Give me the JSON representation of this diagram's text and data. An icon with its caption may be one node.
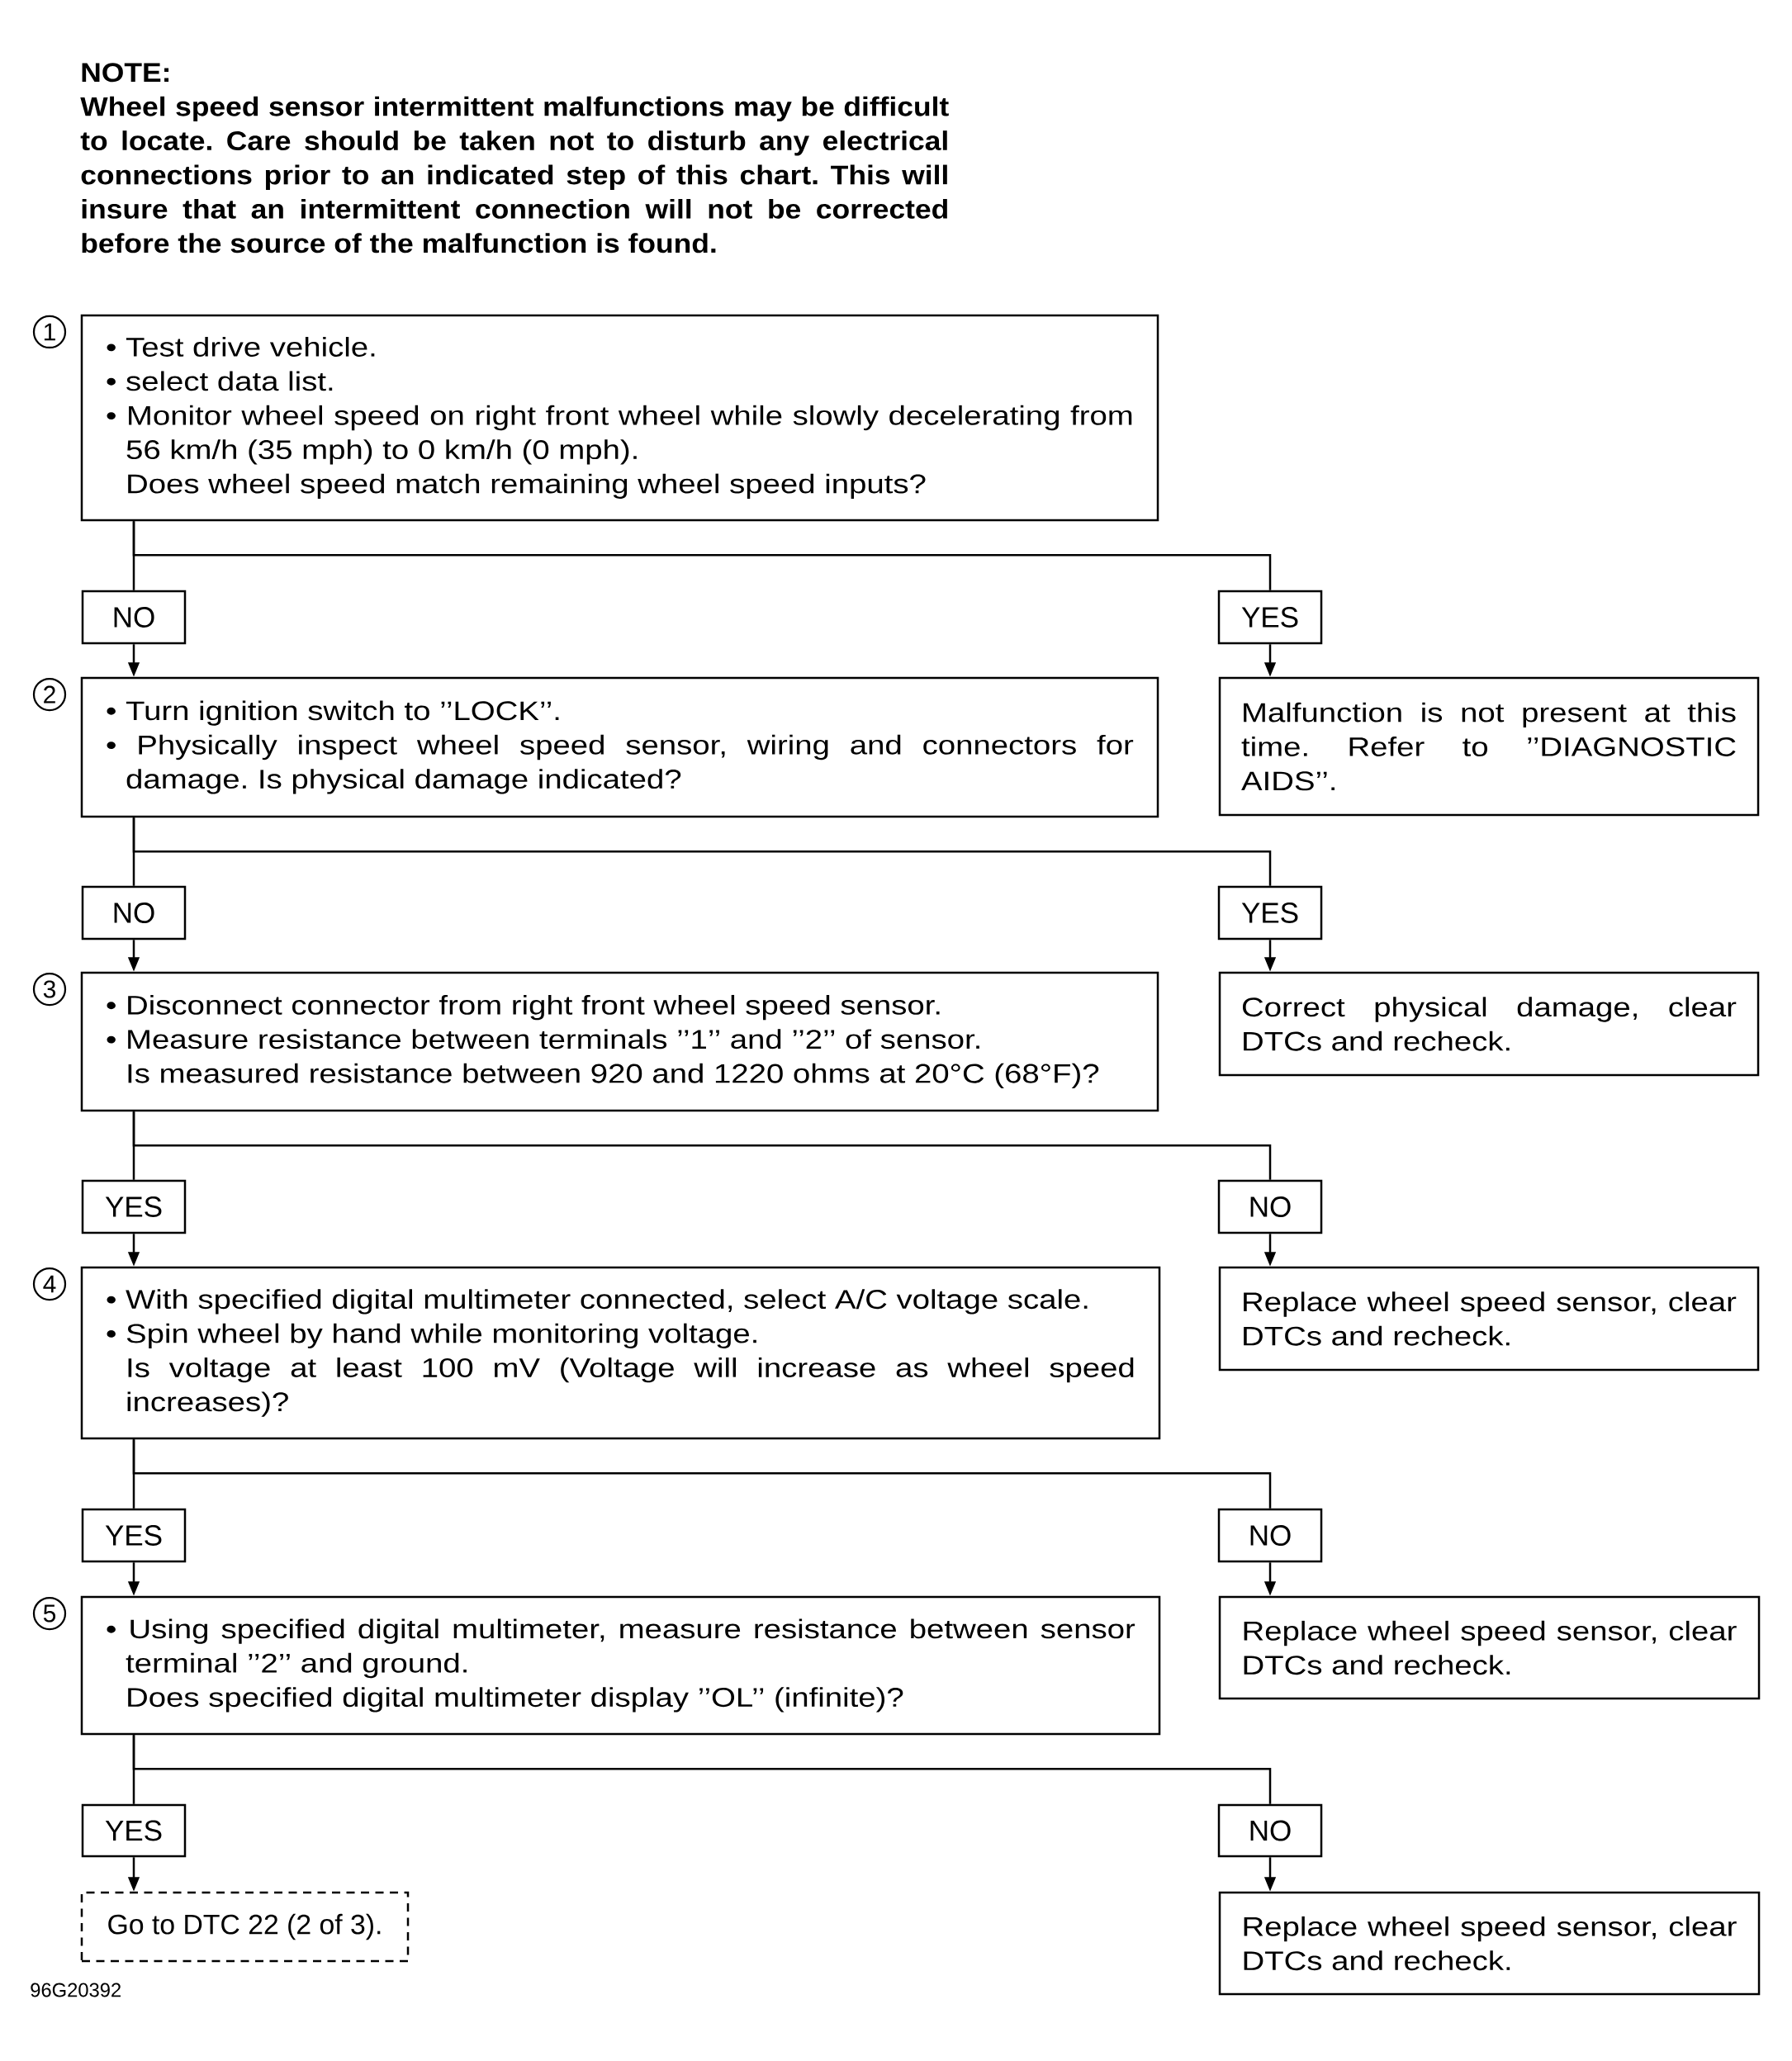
{
  "diagram": {
    "nodes": [
      {
        "text": [
          "• Test drive vehicle.",
          "• select data list.",
          "• Monitor wheel speed on right front wheel while slowly decelerating from 56 km/h (35 mph) to 0 km/h (0 mph).",
          "Does wheel speed match remaining wheel speed inputs?"
        ],
        "beside": [
          "1"
        ]
      },
      {
        "text": [
          "NO"
        ]
      },
      {
        "text": [
          "YES"
        ]
      },
      {
        "text": [
          "• Turn ignition switch to ’’LOCK’’.",
          "• Physically inspect wheel speed sensor, wiring and connectors for damage. Is physical damage indicated?"
        ],
        "beside": [
          "2"
        ]
      },
      {
        "text": [
          "Malfunction is not present at this time. Refer to ’’DIAGNOSTIC AIDS’’."
        ]
      },
      {
        "text": [
          "NO"
        ]
      },
      {
        "text": [
          "YES"
        ]
      },
      {
        "text": [
          "• Disconnect connector from right front wheel speed sensor.",
          "• Measure resistance between terminals ’’1’’ and ’’2’’ of sensor.",
          "Is measured resistance between 920 and 1220 ohms at 20°C (68°F)?"
        ],
        "beside": [
          "3"
        ]
      },
      {
        "text": [
          "Correct physical damage, clear DTCs and recheck."
        ]
      },
      {
        "text": [
          "YES"
        ]
      },
      {
        "text": [
          "NO"
        ]
      },
      {
        "text": [
          "• With specified digital multimeter connected, select A/C voltage scale.",
          "• Spin wheel by hand while monitoring voltage.",
          "Is voltage at least 100 mV (Voltage will increase as wheel speed increases)?"
        ],
        "beside": [
          "4"
        ]
      },
      {
        "text": [
          "Replace wheel speed sensor, clear DTCs and recheck."
        ]
      },
      {
        "text": [
          "YES"
        ]
      },
      {
        "text": [
          "NO"
        ]
      },
      {
        "text": [
          "• Using specified digital multimeter, measure resistance between sensor terminal ’’2’’ and ground.",
          "Does specified digital multimeter display ’’OL’’ (infinite)?"
        ],
        "beside": [
          "5"
        ]
      },
      {
        "text": [
          "Replace wheel speed sensor, clear DTCs and recheck."
        ]
      },
      {
        "text": [
          "YES"
        ]
      },
      {
        "text": [
          "NO"
        ]
      },
      {
        "text": [
          "Go to DTC 22 (2 of 3)."
        ]
      },
      {
        "text": [
          "Replace wheel speed sensor, clear DTCs and recheck."
        ]
      }
    ],
    "edges": [
      {
        "from": 0,
        "to": 1,
        "arrow": "none"
      },
      {
        "from": 0,
        "to": 2,
        "arrow": "none"
      },
      {
        "from": 1,
        "to": 3,
        "arrow": "to"
      },
      {
        "from": 2,
        "to": 4,
        "arrow": "to"
      },
      {
        "from": 3,
        "to": 5,
        "arrow": "none"
      },
      {
        "from": 3,
        "to": 6,
        "arrow": "none"
      },
      {
        "from": 5,
        "to": 7,
        "arrow": "to"
      },
      {
        "from": 6,
        "to": 8,
        "arrow": "to"
      },
      {
        "from": 7,
        "to": 9,
        "arrow": "none"
      },
      {
        "from": 7,
        "to": 10,
        "arrow": "none"
      },
      {
        "from": 9,
        "to": 11,
        "arrow": "to"
      },
      {
        "from": 10,
        "to": 12,
        "arrow": "to"
      },
      {
        "from": 11,
        "to": 13,
        "arrow": "none"
      },
      {
        "from": 11,
        "to": 14,
        "arrow": "none"
      },
      {
        "from": 13,
        "to": 15,
        "arrow": "to"
      },
      {
        "from": 14,
        "to": 16,
        "arrow": "to"
      },
      {
        "from": 15,
        "to": 17,
        "arrow": "none"
      },
      {
        "from": 15,
        "to": 18,
        "arrow": "none"
      },
      {
        "from": 17,
        "to": 19,
        "arrow": "to"
      },
      {
        "from": 18,
        "to": 20,
        "arrow": "to"
      }
    ],
    "labels": [
      "NOTE:",
      "Wheel speed sensor intermittent malfunctions may be difficult to locate. Care should be taken not to disturb any electrical connections prior to an indicated step of this chart. This will insure that an intermittent connection will not be corrected before the source of the malfunction is found.",
      "96G20392"
    ]
  }
}
